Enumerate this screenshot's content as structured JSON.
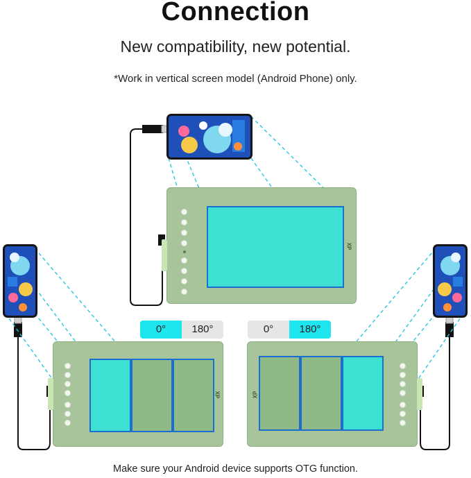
{
  "header": {
    "title": "Connection",
    "subtitle": "New compatibility, new potential.",
    "note": "*Work in vertical screen model (Android Phone) only."
  },
  "footer": {
    "text": "Make sure your Android device supports OTG function."
  },
  "left_toggle": {
    "options": [
      "0°",
      "180°"
    ],
    "selected": "0°"
  },
  "right_toggle": {
    "options": [
      "0°",
      "180°"
    ],
    "selected": "180°"
  },
  "tablet_logo": "XP",
  "colors": {
    "tablet_body": "#a7c49a",
    "screen_active": "#3ee0d3",
    "screen_border": "#1a6fd1",
    "toggle_selected": "#1fe6ee",
    "toggle_unselected": "#e6e6e6",
    "dash_line": "#29c6df"
  }
}
